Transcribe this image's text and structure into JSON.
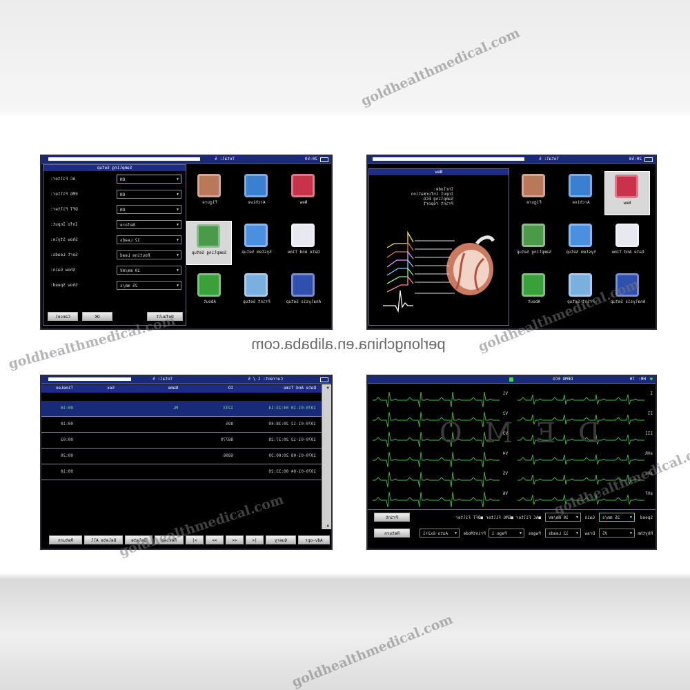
{
  "watermarks": {
    "brand": "goldhealthmedical.com",
    "center": "perlongchina.en.alibaba.com"
  },
  "screen_sampling": {
    "time": "20:59",
    "total": "Total: 5",
    "panel_title": "Sampling Setup",
    "fields": [
      {
        "label": "AC Filter:",
        "value": "ON"
      },
      {
        "label": "EMG Filter:",
        "value": "ON"
      },
      {
        "label": "DFT Filter:",
        "value": "ON"
      },
      {
        "label": "Info Input:",
        "value": "Before"
      },
      {
        "label": "Show Style:",
        "value": "12 Leads"
      },
      {
        "label": "Sort Leads:",
        "value": "Routine Lead"
      },
      {
        "label": "Show Gain:",
        "value": "10 mm/mV"
      },
      {
        "label": "Show Speed:",
        "value": "25 mm/s"
      }
    ],
    "buttons": {
      "cancel": "Cancel",
      "ok": "OK",
      "default": "Default"
    },
    "icons": [
      "New",
      "Archive",
      "Figure",
      "Date And Time",
      "System Setup",
      "Sampling Setup",
      "Analysis Setup",
      "Print Setup",
      "About"
    ]
  },
  "screen_new": {
    "time": "20:58",
    "total": "Total: 5",
    "panel_title": "New",
    "include_lines": [
      "Include:",
      "Input information",
      "Sampling ECG",
      "Print report"
    ],
    "icons": [
      "New",
      "Archive",
      "Figure",
      "Date And Time",
      "System Setup",
      "Sampling Setup",
      "Analysis Setup",
      "Print Setup",
      "About"
    ]
  },
  "screen_archive": {
    "total": "Total: 5",
    "current": "Current: 1 / 5",
    "columns": [
      "Date And Time",
      "ID",
      "Name",
      "Sex",
      "TimeLen"
    ],
    "rows": [
      {
        "datetime": "1970-01-10 04:23:14",
        "id": "1233",
        "name": "ML",
        "sex": "",
        "timelen": "00:10"
      },
      {
        "datetime": "1970-01-12 20:38:40",
        "id": "895",
        "name": "",
        "sex": "",
        "timelen": "00:10"
      },
      {
        "datetime": "1970-01-13 20:37:28",
        "id": "88779",
        "name": "",
        "sex": "",
        "timelen": "00:03"
      },
      {
        "datetime": "1970-01-08 20:00:39",
        "id": "6896",
        "name": "",
        "sex": "",
        "timelen": "00:20"
      },
      {
        "datetime": "1970-01-04 00:33:20",
        "id": "",
        "name": "",
        "sex": "",
        "timelen": "00:10"
      }
    ],
    "buttons": [
      "Adv-opr",
      "Query",
      "|<",
      "<<",
      ">>",
      ">|",
      "Review",
      "Delete",
      "Delete All",
      "Return"
    ]
  },
  "screen_demo": {
    "hr_label": "HR:",
    "hr_value": "70",
    "title": "DEMO ECG",
    "watermark": "D E M O",
    "leads_left": [
      "I",
      "II",
      "III",
      "aVR",
      "aVL",
      "aVF"
    ],
    "leads_right": [
      "V1",
      "V2",
      "V3",
      "V4",
      "V5",
      "V6"
    ],
    "controls": {
      "speed_label": "Speed",
      "speed_value": "25 mm/s",
      "gain_label": "Gain",
      "gain_value": "10 mm/mV",
      "ac_filter": "AC Filter",
      "emg_filter": "EMG Filter",
      "dft_filter": "DFT Filter",
      "rhythm_label": "Rhythm",
      "rhythm_value": "V5",
      "draw_label": "Draw",
      "draw_value": "12 Leads",
      "pages_label": "Pages",
      "pages_value": "Page 1",
      "printmode_label": "PrintMode",
      "printmode_value": "Auto 6x2+1",
      "print": "Print",
      "return": "Return"
    },
    "trace_color": "#3fbf3f"
  }
}
